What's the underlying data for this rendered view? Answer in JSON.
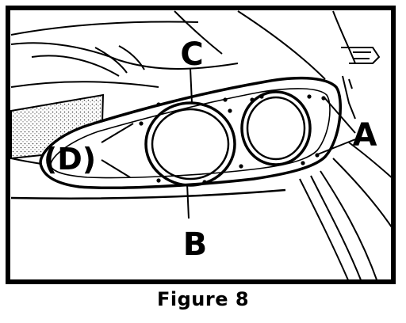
{
  "figure": {
    "caption": "Figure 8",
    "callouts": {
      "a": "A",
      "b": "B",
      "c": "C",
      "d": "(D)"
    }
  }
}
